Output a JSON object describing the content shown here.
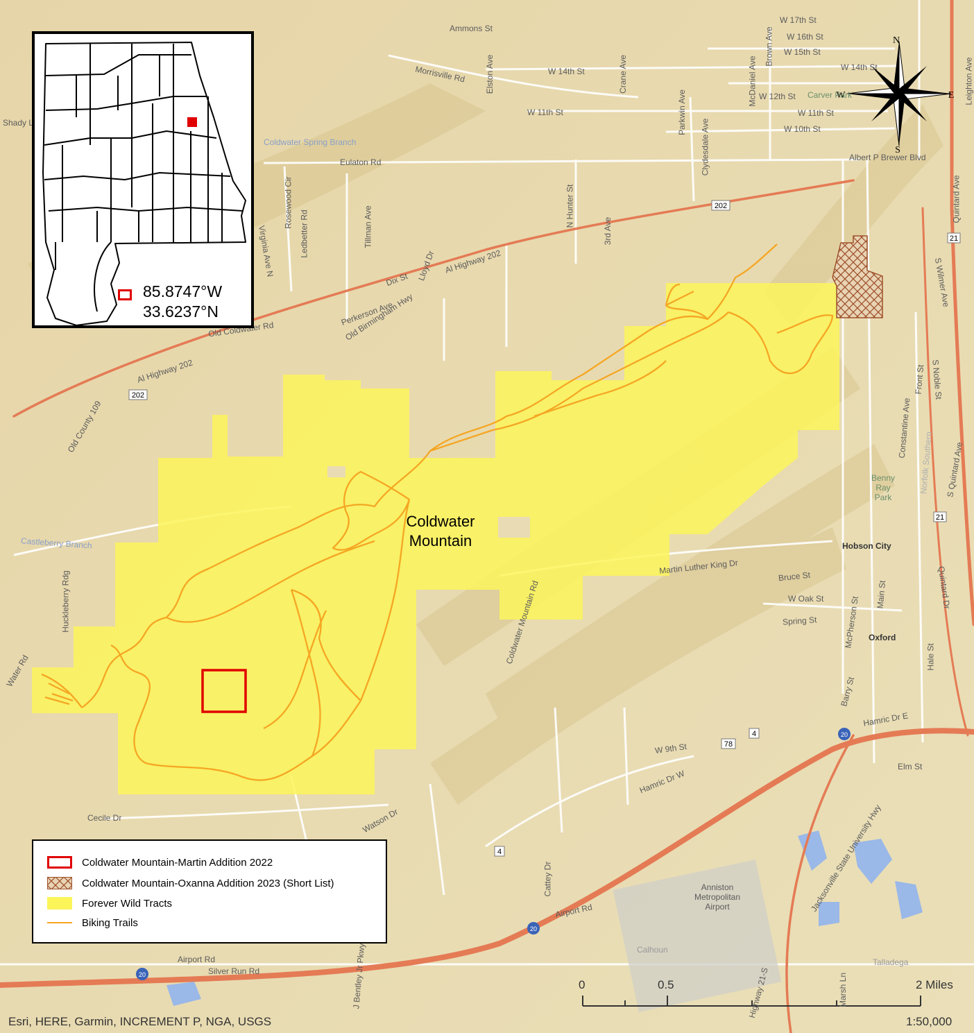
{
  "map": {
    "feature_label": "Coldwater\nMountain",
    "credits": "Esri, HERE, Garmin, INCREMENT P, NGA, USGS",
    "scale_ratio": "1:50,000",
    "scalebar": {
      "ticks": [
        "0",
        "0.5",
        "2 Miles"
      ]
    },
    "north_arrow": {
      "n": "N",
      "s": "S",
      "e": "E",
      "w": "W"
    },
    "colors": {
      "basemap": "#e9dcb4",
      "forever_wild": "#fbf55a",
      "biking_trails": "#f5a623",
      "martin_addition": "#e00000",
      "oxanna_addition": "#a0522d",
      "roads": "#ffffff",
      "highway": "#e47b55"
    },
    "road_labels": [
      "Ammons St",
      "Morrisville Rd",
      "Elston Ave",
      "W 14th St",
      "Crane Ave",
      "W 11th St",
      "McDaniel Ave",
      "Brown Ave",
      "W 17th St",
      "W 16th St",
      "W 15th St",
      "W 14th St",
      "Carver Park",
      "W 12th St",
      "W 11th St",
      "W 10th St",
      "Parkwin Ave",
      "Clydesdale Ave",
      "Coldwater Spring Branch",
      "Eulaton Rd",
      "Albert P Brewer Blvd",
      "N Hunter St",
      "Rosewood Cir",
      "Ledbetter Rd",
      "Tillman Ave",
      "3rd Ave",
      "Virginia Ave N",
      "Dix St",
      "Lloyd Dr",
      "Al Highway 202",
      "Perkerson Ave",
      "Old Birmingham Hwy",
      "Old Coldwater Rd",
      "Al Highway 202",
      "Old County 109",
      "Quintard Ave",
      "S Wilmer Ave",
      "Leighton Ave",
      "Front St",
      "S Noble St",
      "Constantine Ave",
      "S Quintard Ave",
      "Benny Ray Park",
      "Norfolk Southern",
      "Castleberry Branch",
      "Huckleberry Rdg",
      "Martin Luther King Dr",
      "Hobson City",
      "Bruce St",
      "W Oak St",
      "Spring St",
      "Coldwater Mountain Rd",
      "McPherson St",
      "Main St",
      "Quintard Dr",
      "Oxford",
      "Hale St",
      "Barry St",
      "Hamric Dr E",
      "Water Rd",
      "W 9th St",
      "Hamric Dr W",
      "Elm St",
      "Cecile Dr",
      "Watson Dr",
      "Jacksonville State University Hwy",
      "Cattey Dr",
      "Airport Rd",
      "Anniston Metropolitan Airport",
      "Calhoun",
      "Talladega",
      "Airport Rd",
      "Silver Run Rd",
      "J Bentley Jr Pkwy",
      "Highway 21-S",
      "Marsh Ln",
      "Shady Ln"
    ],
    "shields": [
      "202",
      "202",
      "21",
      "21",
      "4",
      "78",
      "20",
      "20",
      "20",
      "4"
    ]
  },
  "inset": {
    "coord_lon": "85.8747°W",
    "coord_lat": "33.6237°N"
  },
  "legend": {
    "items": [
      {
        "label": "Coldwater Mountain-Martin Addition 2022",
        "kind": "red-outline"
      },
      {
        "label": "Coldwater Mountain-Oxanna Addition 2023 (Short List)",
        "kind": "hatch"
      },
      {
        "label": "Forever Wild Tracts",
        "kind": "fill"
      },
      {
        "label": "Biking Trails",
        "kind": "line"
      }
    ]
  }
}
